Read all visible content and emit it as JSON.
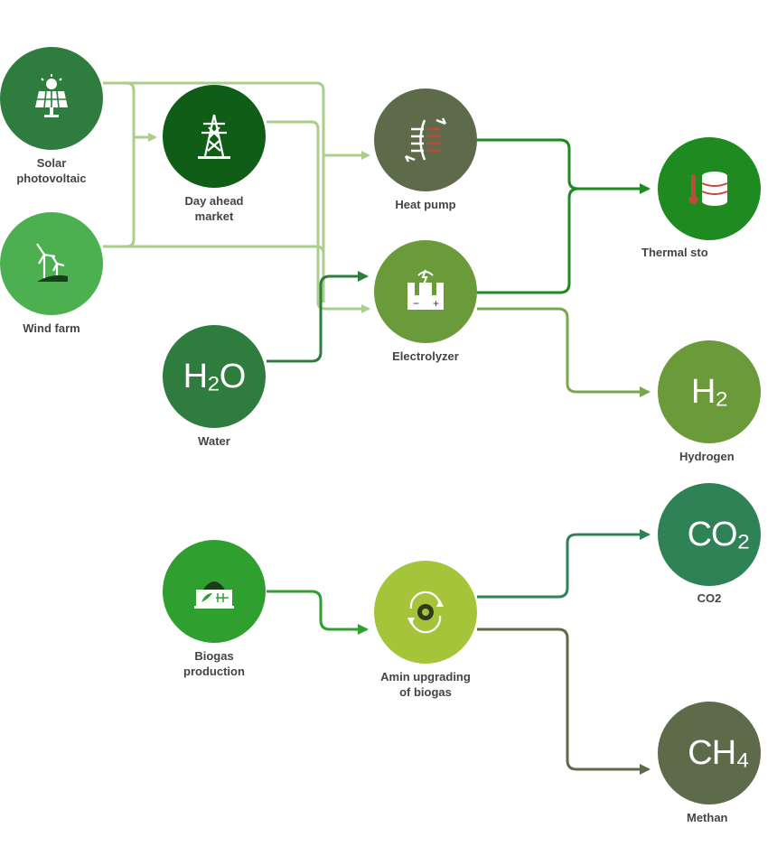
{
  "nodes": {
    "solar": {
      "label": "Solar\nphotovoltaic",
      "color": "#2e7d3e",
      "icon": "solar-panel-icon"
    },
    "market": {
      "label": "Day ahead\nmarket",
      "color": "#0f5d16",
      "icon": "power-pylon-icon"
    },
    "wind": {
      "label": "Wind farm",
      "color": "#4caf50",
      "icon": "wind-turbine-icon"
    },
    "water": {
      "label": "Water",
      "color": "#2e7d3e",
      "glyph": "H₂O"
    },
    "heatpump": {
      "label": "Heat pump",
      "color": "#5d6b4a",
      "icon": "heat-pump-icon"
    },
    "electrolyzer": {
      "label": "Electrolyzer",
      "color": "#6a9a3a",
      "icon": "electrolyzer-icon"
    },
    "thermal": {
      "label": "Thermal sto",
      "color": "#1e8a20",
      "icon": "thermal-storage-icon"
    },
    "hydrogen": {
      "label": "Hydrogen",
      "color": "#6a9a3a",
      "glyph": "H₂"
    },
    "biogas": {
      "label": "Biogas\nproduction",
      "color": "#2fa02f",
      "icon": "biogas-plant-icon"
    },
    "amin": {
      "label": "Amin upgrading\nof biogas",
      "color": "#a4c43a",
      "icon": "upgrade-cycle-icon"
    },
    "co2": {
      "label": "CO2",
      "color": "#2e8256",
      "glyph": "CO₂"
    },
    "methane": {
      "label": "Methan",
      "color": "#5d6b4a",
      "glyph": "CH₄"
    }
  },
  "colors": {
    "light_green_line": "#a9cf8a",
    "dark_green_line": "#2e7d3e",
    "mid_green_line": "#7aa64f",
    "olive_line": "#5d6b4a",
    "label_text": "#444444"
  }
}
